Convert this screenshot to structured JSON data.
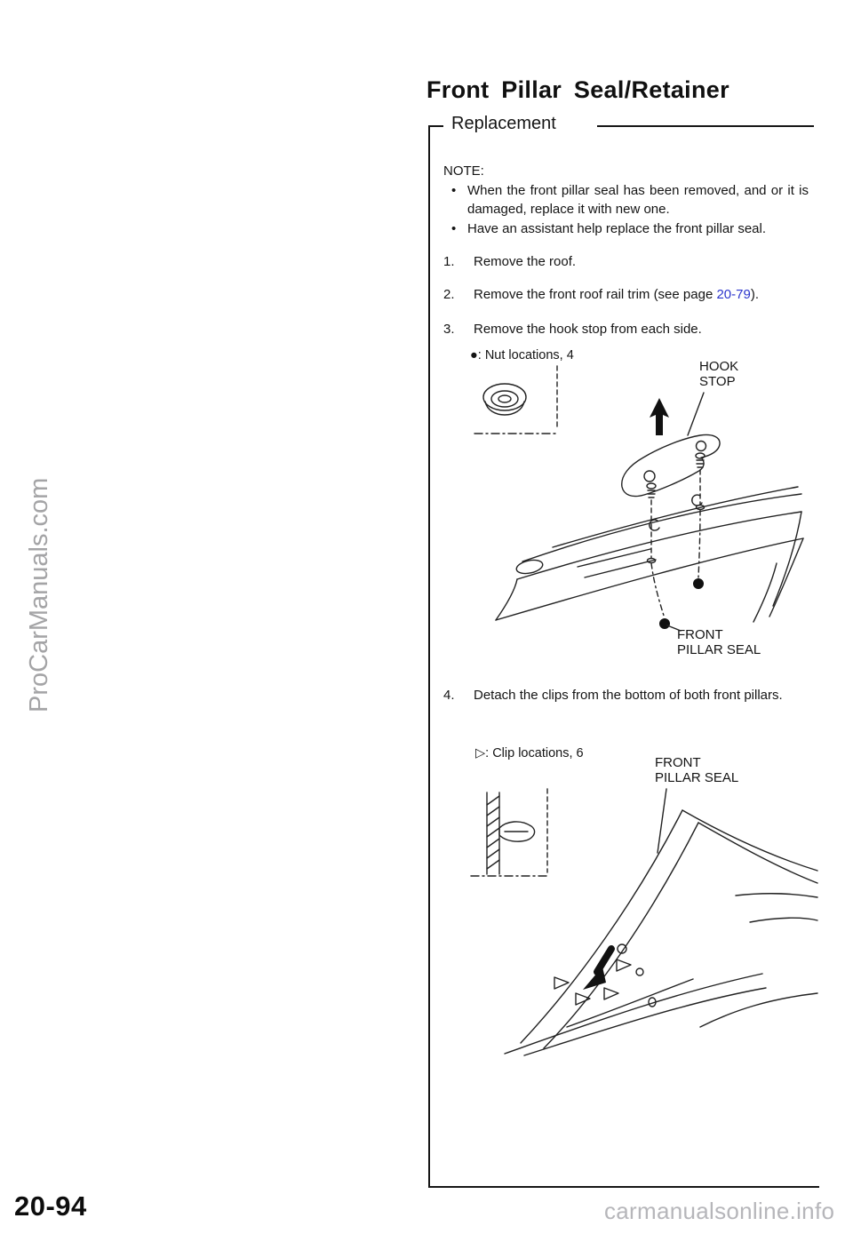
{
  "header": {
    "title": "Front Pillar Seal/Retainer",
    "section": "Replacement"
  },
  "note": {
    "label": "NOTE:",
    "marker": "•",
    "bullet1": "When the front pillar seal has been removed, and or it is damaged, replace it with new one.",
    "bullet2": "Have an assistant help replace the front pillar seal."
  },
  "steps": {
    "s1_num": "1.",
    "s1_text": "Remove the roof.",
    "s2_num": "2.",
    "s2_before": "Remove the front roof rail trim (see page ",
    "s2_link": "20-79",
    "s2_after": ").",
    "s3_num": "3.",
    "s3_text": "Remove the hook stop from each side.",
    "s4_num": "4.",
    "s4_text": "Detach the clips from the bottom of both front pillars."
  },
  "figure1": {
    "callout": "●: Nut locations, 4",
    "label_hook_stop": "HOOK STOP",
    "label_seal": "FRONT PILLAR SEAL"
  },
  "figure2": {
    "callout": "▷: Clip locations, 6",
    "label_seal": "FRONT PILLAR SEAL"
  },
  "footer": {
    "page_number": "20-94",
    "watermark_site": "carmanualsonline.info"
  },
  "watermarks": {
    "left_vertical": "ProCarManuals.com"
  },
  "colors": {
    "link": "#2b35cc",
    "text": "#111111",
    "watermark_gray": "#a8a8ac"
  }
}
